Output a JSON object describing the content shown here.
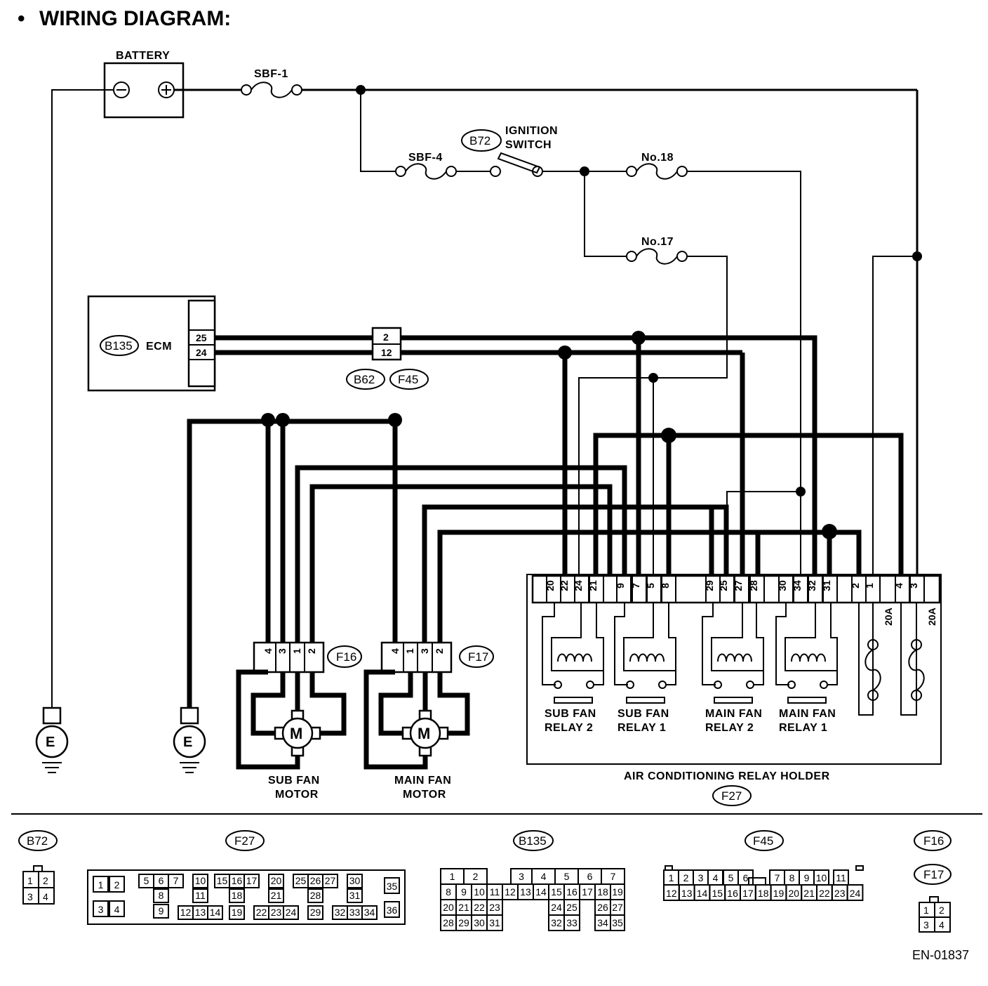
{
  "title": "WIRING DIAGRAM:",
  "bullet": "•",
  "battery": {
    "label": "BATTERY"
  },
  "fuses": {
    "sbf1": "SBF-1",
    "sbf4": "SBF-4",
    "no18": "No.18",
    "no17": "No.17",
    "f20a_1": "20A",
    "f20a_2": "20A"
  },
  "ignition": {
    "code": "B72",
    "label1": "IGNITION",
    "label2": "SWITCH"
  },
  "ecm": {
    "code": "B135",
    "label": "ECM",
    "pins": [
      "25",
      "24"
    ]
  },
  "joint_connector": {
    "pins": [
      "2",
      "12"
    ],
    "codes": [
      "B62",
      "F45"
    ]
  },
  "sub_fan_motor": {
    "code": "F16",
    "pins": [
      "4",
      "3",
      "1",
      "2"
    ],
    "label1": "SUB FAN",
    "label2": "MOTOR",
    "symbol": "M"
  },
  "main_fan_motor": {
    "code": "F17",
    "pins": [
      "4",
      "1",
      "3",
      "2"
    ],
    "label1": "MAIN FAN",
    "label2": "MOTOR",
    "symbol": "M"
  },
  "ground_symbol": "E",
  "relay_holder": {
    "label": "AIR CONDITIONING RELAY HOLDER",
    "code": "F27",
    "pins": [
      "20",
      "22",
      "24",
      "21",
      "9",
      "7",
      "5",
      "8",
      "29",
      "25",
      "27",
      "28",
      "30",
      "34",
      "32",
      "31",
      "2",
      "1",
      "4",
      "3"
    ],
    "relays": [
      {
        "l1": "SUB FAN",
        "l2": "RELAY 2"
      },
      {
        "l1": "SUB FAN",
        "l2": "RELAY 1"
      },
      {
        "l1": "MAIN FAN",
        "l2": "RELAY 2"
      },
      {
        "l1": "MAIN FAN",
        "l2": "RELAY 1"
      }
    ]
  },
  "connector_views": {
    "b72": {
      "code": "B72",
      "rows": [
        [
          "1",
          "2"
        ],
        [
          "3",
          "4"
        ]
      ]
    },
    "f27": {
      "code": "F27"
    },
    "b135": {
      "code": "B135"
    },
    "f45": {
      "code": "F45",
      "rows": [
        [
          "1",
          "2",
          "3",
          "4",
          "5",
          "6",
          "7",
          "8",
          "9",
          "10",
          "11"
        ],
        [
          "12",
          "13",
          "14",
          "15",
          "16",
          "17",
          "18",
          "19",
          "20",
          "21",
          "22",
          "23",
          "24"
        ]
      ]
    },
    "f16": {
      "code": "F16"
    },
    "f17": {
      "code": "F17",
      "rows": [
        [
          "1",
          "2"
        ],
        [
          "3",
          "4"
        ]
      ]
    }
  },
  "doc_id": "EN-01837"
}
